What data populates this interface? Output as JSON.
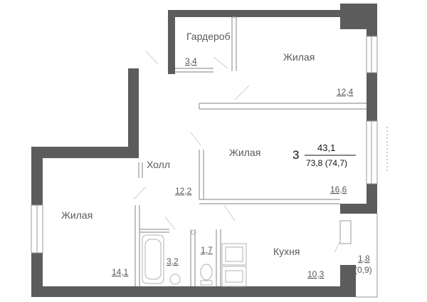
{
  "apartment": {
    "rooms_count": "3",
    "living_area": "43,1",
    "total_area": "73,8 (74,7)"
  },
  "rooms": {
    "wardrobe": {
      "name": "Гардероб",
      "area": "3,4"
    },
    "living_top": {
      "name": "Жилая",
      "area": "12,4"
    },
    "living_middle": {
      "name": "Жилая",
      "area": "16,6"
    },
    "hall": {
      "name": "Холл",
      "area": "12,2"
    },
    "living_left": {
      "name": "Жилая",
      "area": "14,1"
    },
    "bathroom": {
      "area": "3,2"
    },
    "toilet": {
      "area": "1,7"
    },
    "kitchen": {
      "name": "Кухня",
      "area": "10,3"
    },
    "balcony": {
      "area": "1,8",
      "area_reduced": "(0,9)"
    }
  },
  "colors": {
    "wall": "#5c5c5c",
    "thin_wall": "#9a9a9a",
    "label": "#5a5a5a"
  }
}
